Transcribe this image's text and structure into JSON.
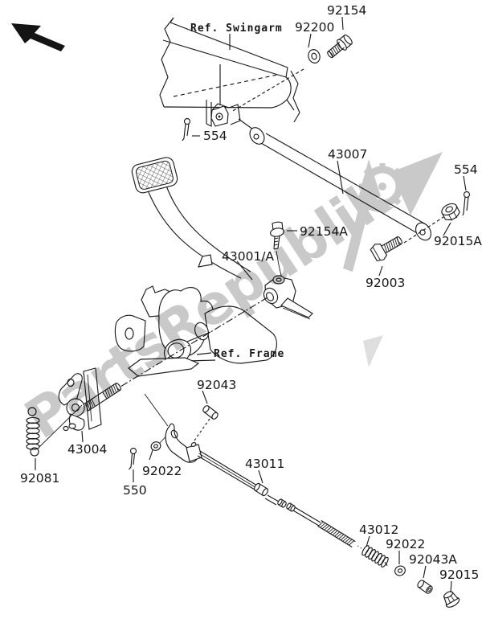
{
  "diagram": {
    "background": "#ffffff",
    "line_color": "#1c1c1c",
    "direction_arrow_icon": "arrow-up-left",
    "watermark": {
      "text": "PartsRepublik",
      "color": "#c9c9c9"
    },
    "callouts": {
      "ref_swingarm": "Ref. Swingarm",
      "p92154": "92154",
      "p92200": "92200",
      "p554_top": "554",
      "p43007": "43007",
      "p554_right": "554",
      "p92015a": "92015A",
      "p92154a": "92154A",
      "p43001a": "43001/A",
      "p92003": "92003",
      "ref_frame": "Ref. Frame",
      "p92043": "92043",
      "p43004": "43004",
      "p92081": "92081",
      "p550": "550",
      "p92022_left": "92022",
      "p43011": "43011",
      "p43012": "43012",
      "p92022_right": "92022",
      "p92043a": "92043A",
      "p92015": "92015"
    }
  }
}
